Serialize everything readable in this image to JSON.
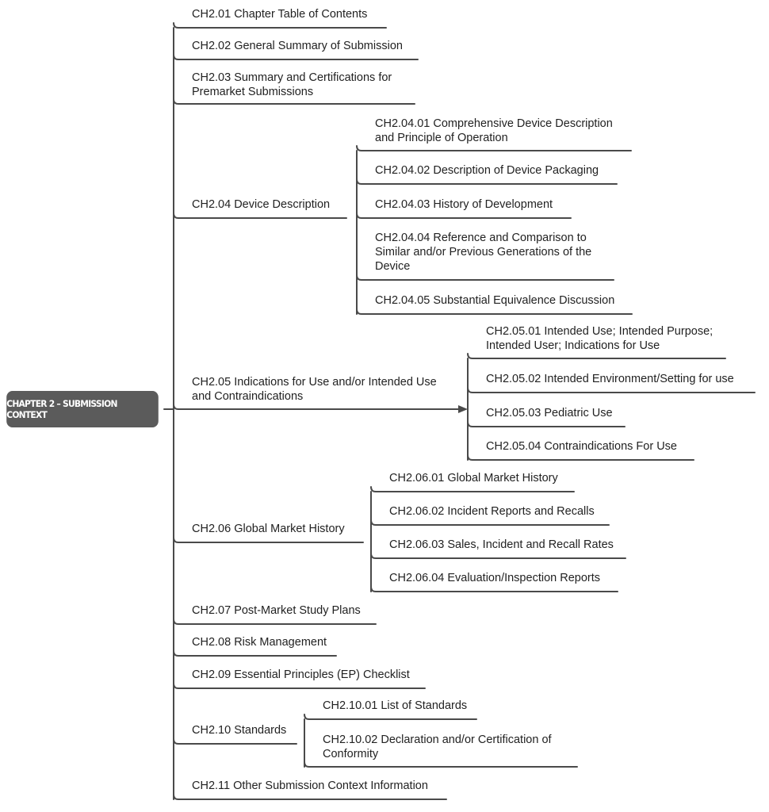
{
  "root": {
    "label": "CHAPTER 2 – SUBMISSION CONTEXT"
  },
  "sections": [
    {
      "label": "CH2.01 Chapter Table of Contents",
      "children": []
    },
    {
      "label": "CH2.02 General Summary of Submission",
      "children": []
    },
    {
      "label": "CH2.03 Summary and Certifications for\nPremarket Submissions",
      "children": []
    },
    {
      "label": "CH2.04 Device Description",
      "children": [
        "CH2.04.01 Comprehensive Device Description\nand Principle of Operation",
        "CH2.04.02 Description of Device Packaging",
        "CH2.04.03 History of Development",
        "CH2.04.04 Reference and Comparison to\nSimilar and/or Previous Generations of the\nDevice",
        "CH2.04.05 Substantial Equivalence Discussion"
      ]
    },
    {
      "label": "CH2.05 Indications for Use and/or Intended Use\nand Contraindications",
      "children": [
        "CH2.05.01 Intended Use; Intended Purpose;\nIntended User; Indications for Use",
        "CH2.05.02 Intended Environment/Setting for use",
        "CH2.05.03 Pediatric Use",
        "CH2.05.04 Contraindications For Use"
      ]
    },
    {
      "label": "CH2.06 Global Market History",
      "children": [
        "CH2.06.01 Global Market History",
        "CH2.06.02 Incident Reports and Recalls",
        "CH2.06.03 Sales, Incident and Recall Rates",
        "CH2.06.04 Evaluation/Inspection Reports"
      ]
    },
    {
      "label": "CH2.07 Post-Market Study Plans",
      "children": []
    },
    {
      "label": "CH2.08 Risk Management",
      "children": []
    },
    {
      "label": "CH2.09 Essential Principles (EP) Checklist",
      "children": []
    },
    {
      "label": "CH2.10 Standards",
      "children": [
        "CH2.10.01 List of Standards",
        "CH2.10.02 Declaration and/or Certification of\nConformity"
      ]
    },
    {
      "label": "CH2.11 Other Submission Context Information",
      "children": []
    }
  ],
  "colors": {
    "line": "#4a4a4a",
    "root_fill": "#5b5b5b",
    "text": "#222222",
    "root_text": "#ffffff"
  }
}
